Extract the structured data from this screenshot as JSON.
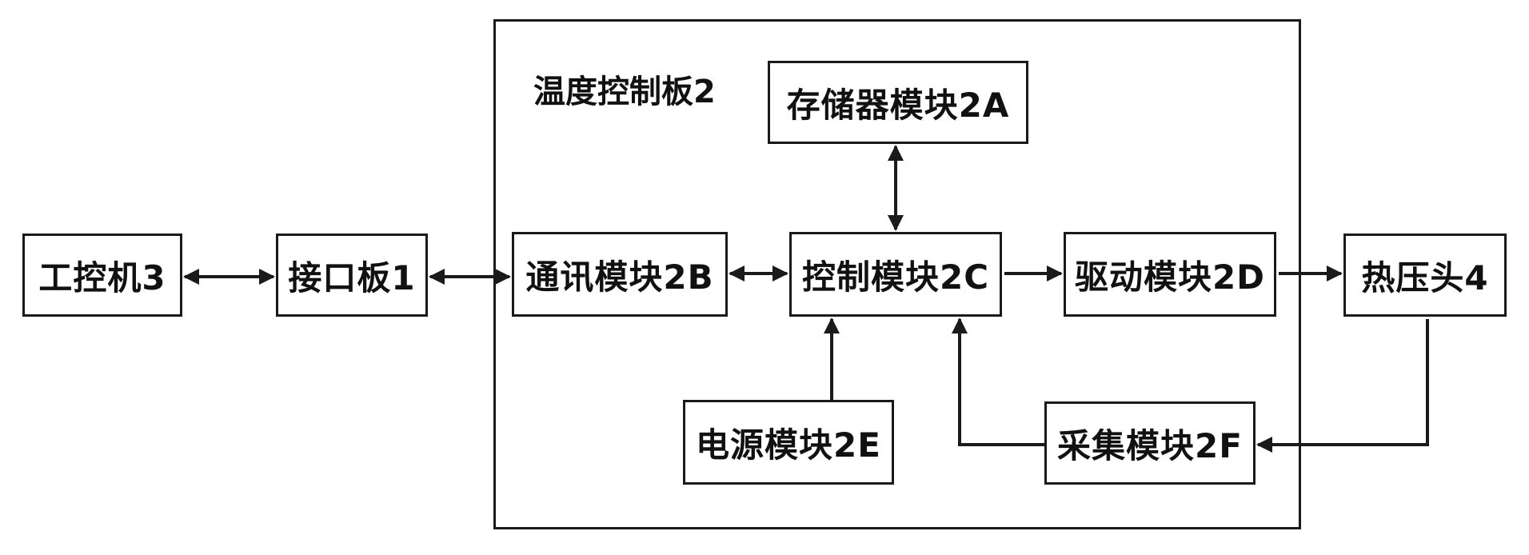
{
  "diagram": {
    "board_title": "温度控制板2",
    "nodes": {
      "ipc": "工控机3",
      "interface_board": "接口板1",
      "comm_module": "通讯模块2B",
      "control_module": "控制模块2C",
      "drive_module": "驱动模块2D",
      "hot_press_head": "热压头4",
      "memory_module": "存储器模块2A",
      "power_module": "电源模块2E",
      "acquisition_module": "采集模块2F"
    },
    "connections": [
      {
        "from": "工控机3",
        "to": "接口板1",
        "direction": "bidirectional"
      },
      {
        "from": "接口板1",
        "to": "通讯模块2B",
        "direction": "bidirectional"
      },
      {
        "from": "通讯模块2B",
        "to": "控制模块2C",
        "direction": "bidirectional"
      },
      {
        "from": "控制模块2C",
        "to": "存储器模块2A",
        "direction": "bidirectional"
      },
      {
        "from": "控制模块2C",
        "to": "驱动模块2D",
        "direction": "forward"
      },
      {
        "from": "驱动模块2D",
        "to": "热压头4",
        "direction": "forward"
      },
      {
        "from": "电源模块2E",
        "to": "控制模块2C",
        "direction": "forward"
      },
      {
        "from": "热压头4",
        "to": "采集模块2F",
        "direction": "forward"
      },
      {
        "from": "采集模块2F",
        "to": "控制模块2C",
        "direction": "forward"
      }
    ]
  }
}
